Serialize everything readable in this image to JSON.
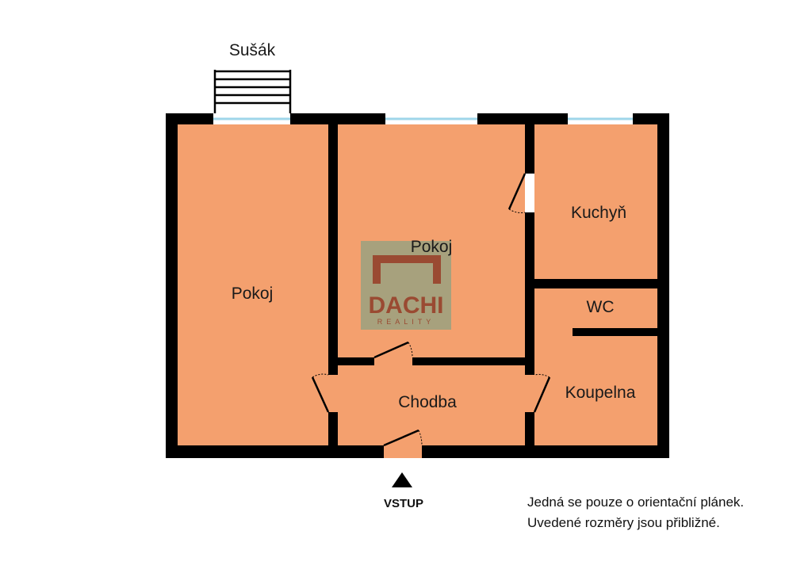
{
  "rooms": {
    "pokoj_left": "Pokoj",
    "pokoj_center": "Pokoj",
    "kuchyn": "Kuchyň",
    "wc": "WC",
    "koupelna": "Koupelna",
    "chodba": "Chodba"
  },
  "balcony": {
    "label": "Sušák"
  },
  "entrance": {
    "label": "VSTUP"
  },
  "logo": {
    "text": "DACHI",
    "subtext": "REALITY"
  },
  "notes": {
    "line1": "Jedná se pouze o orientační plánek.",
    "line2": "Uvedené rozměry jsou přibližné."
  },
  "colors": {
    "floor": "#f4a06e",
    "wall": "#000000",
    "window": "#9fd6ea",
    "logo_brown": "#9a4a32",
    "logo_green": "#7f9874"
  }
}
